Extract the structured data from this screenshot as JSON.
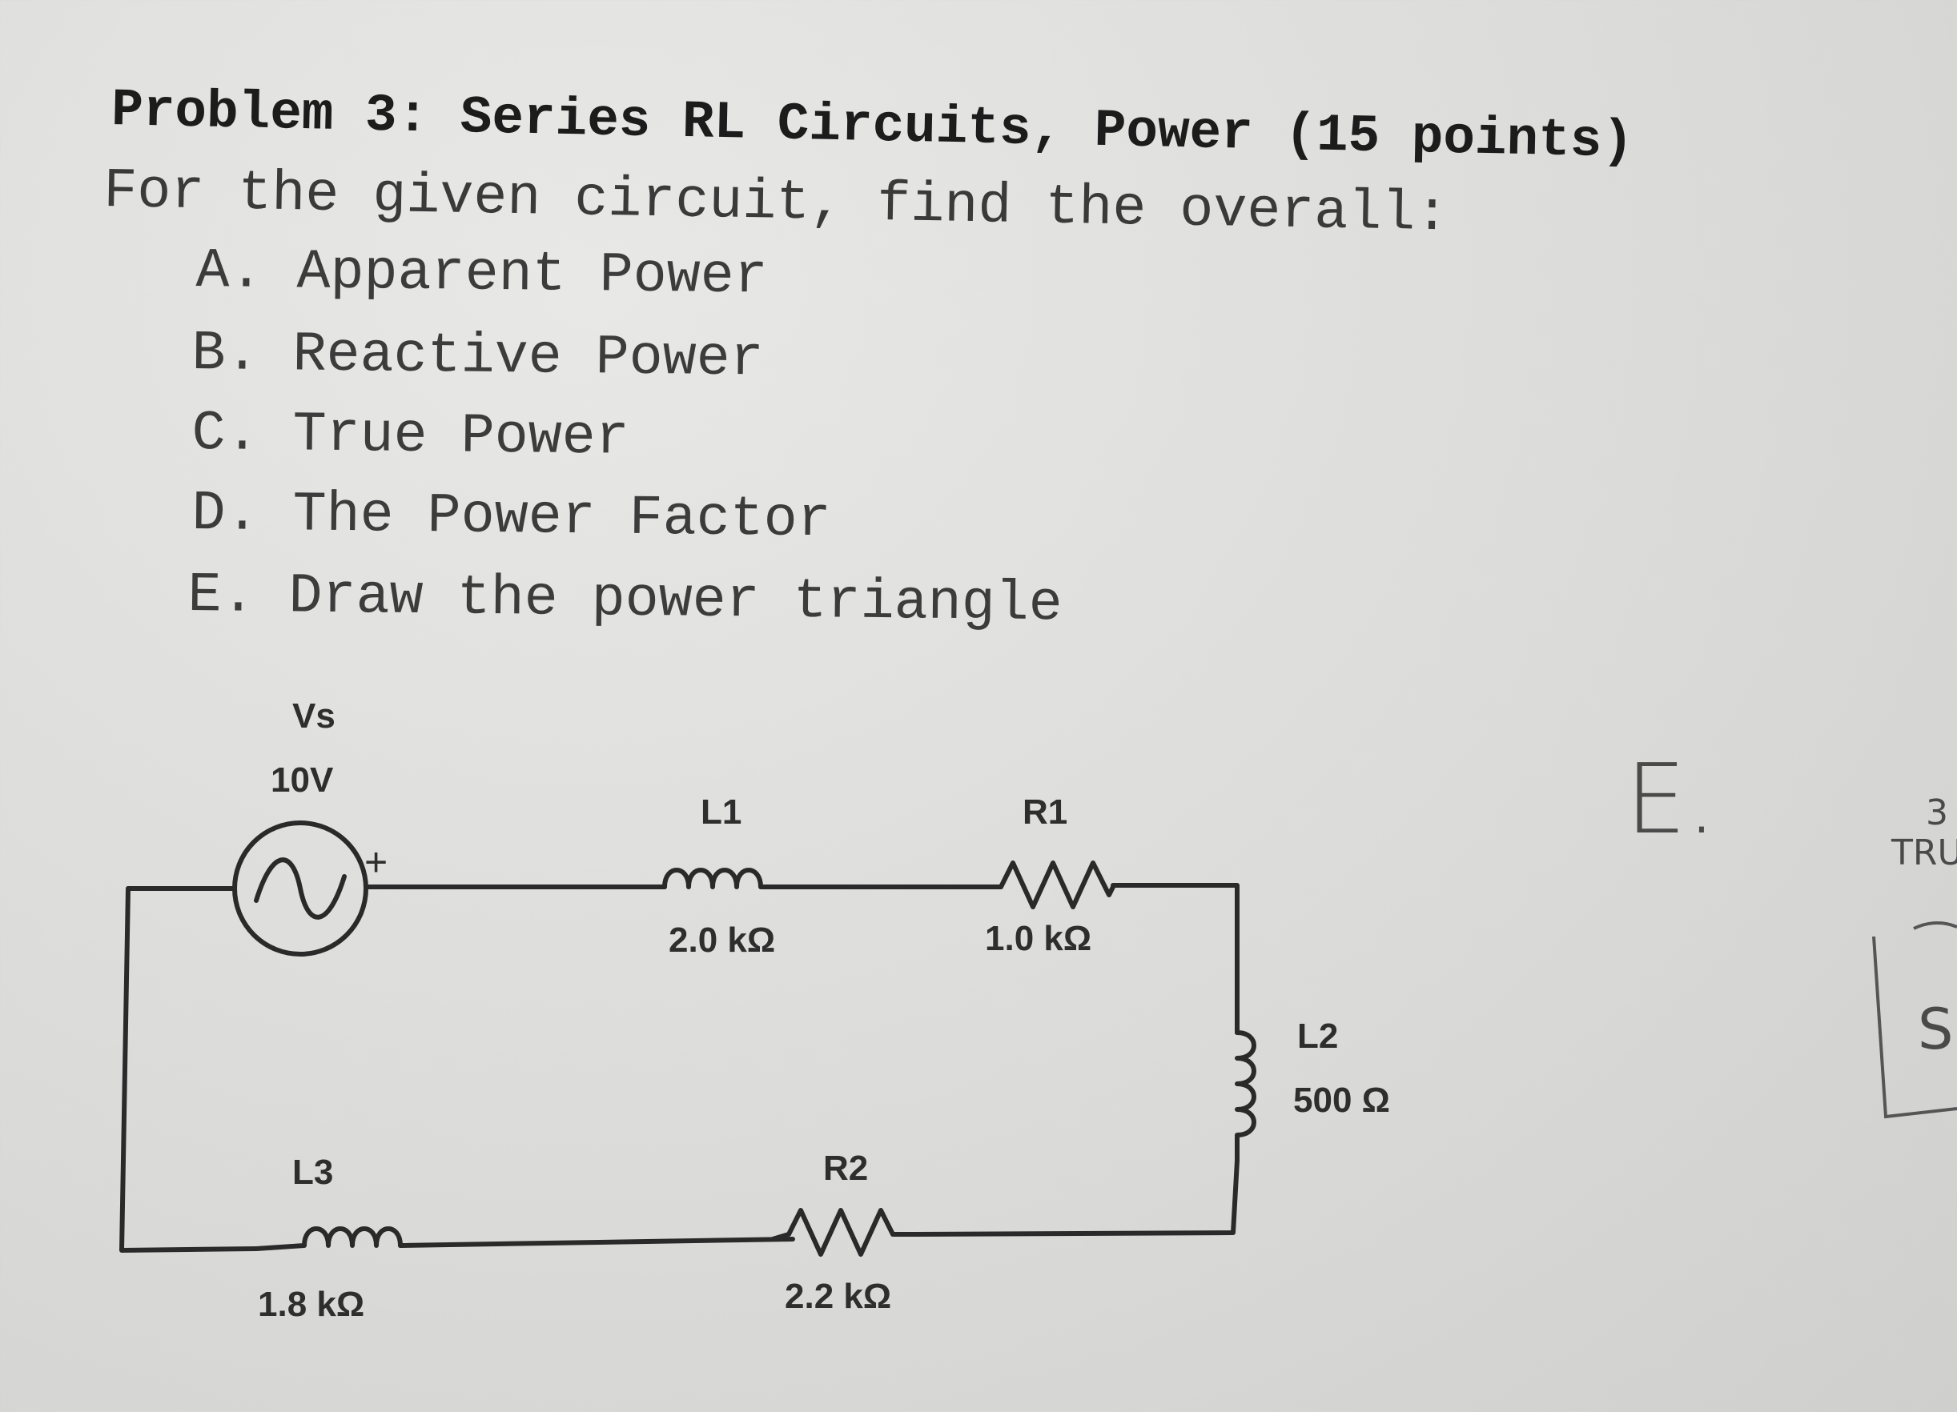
{
  "problem": {
    "title": "Problem 3: Series RL Circuits, Power (15 points)",
    "intro": "For the given circuit, find the overall:",
    "tasks": [
      "A. Apparent Power",
      "B. Reactive Power",
      "C. True Power",
      "D. The Power Factor",
      "E. Draw the power triangle"
    ]
  },
  "circuit": {
    "source": {
      "name": "Vs",
      "value": "10V",
      "polarity": "+"
    },
    "L1": {
      "name": "L1",
      "value": "2.0 kΩ"
    },
    "R1": {
      "name": "R1",
      "value": "1.0 kΩ"
    },
    "L2": {
      "name": "L2",
      "value": "500 Ω"
    },
    "R2": {
      "name": "R2",
      "value": "2.2 kΩ"
    },
    "L3": {
      "name": "L3",
      "value": "1.8 kΩ"
    }
  },
  "handwriting": {
    "letter": "E.",
    "margin_top": "3",
    "margin_word": "TRU",
    "margin_bottom": "S"
  }
}
